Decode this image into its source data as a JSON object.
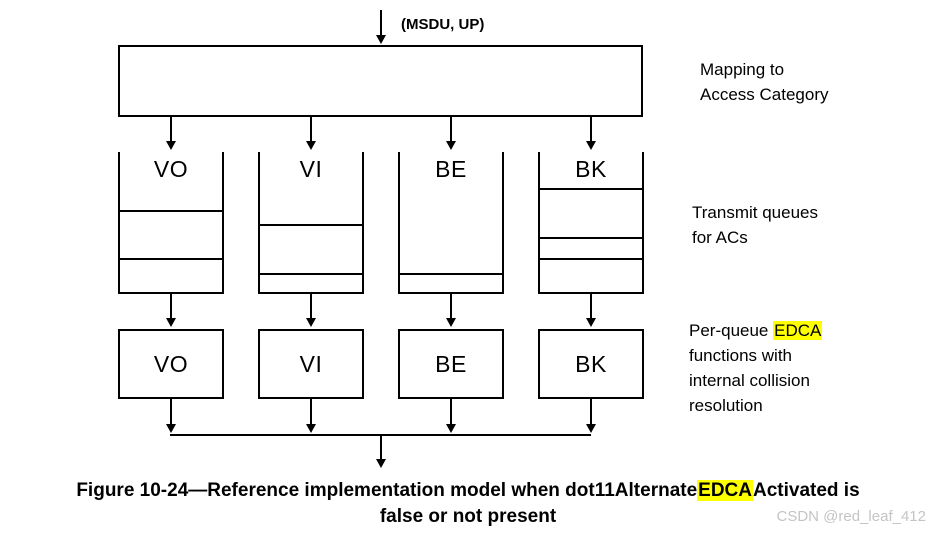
{
  "colors": {
    "highlight": "#ffff00",
    "line": "#000000",
    "watermark": "#c4c4c4"
  },
  "top": {
    "input_label": "(MSDU, UP)"
  },
  "side_labels": {
    "mapping": {
      "line1": "Mapping to",
      "line2": "Access Category"
    },
    "transmit": {
      "line1": "Transmit queues",
      "line2": "for ACs"
    },
    "edca": {
      "line1_prefix": "Per-queue ",
      "line1_highlight": "EDCA",
      "line2": "functions with",
      "line3": "internal collision",
      "line4": "resolution"
    }
  },
  "transmit_queues": [
    {
      "label": "VO",
      "divider_offsets": [
        58,
        106
      ]
    },
    {
      "label": "VI",
      "divider_offsets": [
        72,
        121
      ]
    },
    {
      "label": "BE",
      "divider_offsets": [
        121
      ]
    },
    {
      "label": "BK",
      "divider_offsets": [
        36,
        85,
        106
      ]
    }
  ],
  "edca_functions": [
    {
      "label": "VO"
    },
    {
      "label": "VI"
    },
    {
      "label": "BE"
    },
    {
      "label": "BK"
    }
  ],
  "caption": {
    "line1_prefix": "Figure 10-24—Reference implementation model when dot11Alternate",
    "line1_highlight": "EDCA",
    "line1_suffix": "Activated is",
    "line2": "false or not present"
  },
  "watermark": "CSDN @red_leaf_412"
}
